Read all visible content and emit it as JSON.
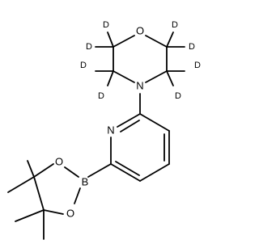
{
  "molecule": {
    "heteroatoms": {
      "morpholine_oxygen": "O",
      "morpholine_nitrogen": "N",
      "pyridine_nitrogen": "N",
      "boron": "B",
      "dioxaborolane_oxygen_1": "O",
      "dioxaborolane_oxygen_2": "O"
    },
    "deuterium_label": "D",
    "deuterium_count": 8
  }
}
